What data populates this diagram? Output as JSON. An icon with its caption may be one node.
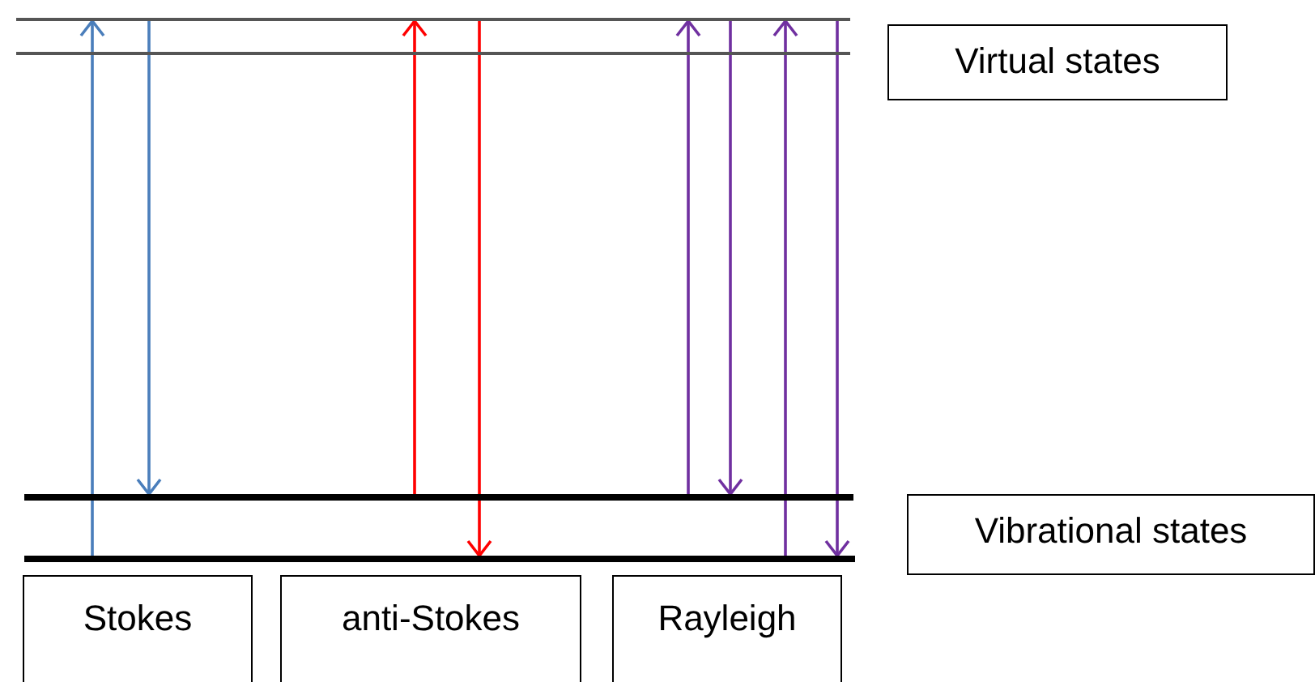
{
  "diagram": {
    "nodes": [
      {
        "text": [],
        "shape": "bar"
      },
      {
        "text": [],
        "shape": "bar"
      },
      {
        "text": [
          "Virtual states"
        ]
      },
      {
        "text": [],
        "shape": "bar"
      },
      {
        "text": [],
        "shape": "bar"
      },
      {
        "text": [
          "Vibrational states"
        ]
      },
      {
        "text": [
          "Stokes"
        ]
      },
      {
        "text": [
          "anti-Stokes"
        ]
      },
      {
        "text": [
          "Rayleigh"
        ]
      }
    ],
    "edges": [
      {
        "from": 4,
        "to": 0,
        "arrow": "to",
        "color": "#4a7ebb"
      },
      {
        "from": 0,
        "to": 3,
        "arrow": "to",
        "color": "#4a7ebb"
      },
      {
        "from": 3,
        "to": 0,
        "arrow": "to",
        "color": "#ff0000"
      },
      {
        "from": 0,
        "to": 4,
        "arrow": "to",
        "color": "#ff0000"
      },
      {
        "from": 3,
        "to": 0,
        "arrow": "to",
        "color": "#7030a0"
      },
      {
        "from": 0,
        "to": 3,
        "arrow": "to",
        "color": "#7030a0"
      },
      {
        "from": 4,
        "to": 0,
        "arrow": "to",
        "color": "#7030a0"
      },
      {
        "from": 0,
        "to": 4,
        "arrow": "to",
        "color": "#7030a0"
      }
    ]
  }
}
